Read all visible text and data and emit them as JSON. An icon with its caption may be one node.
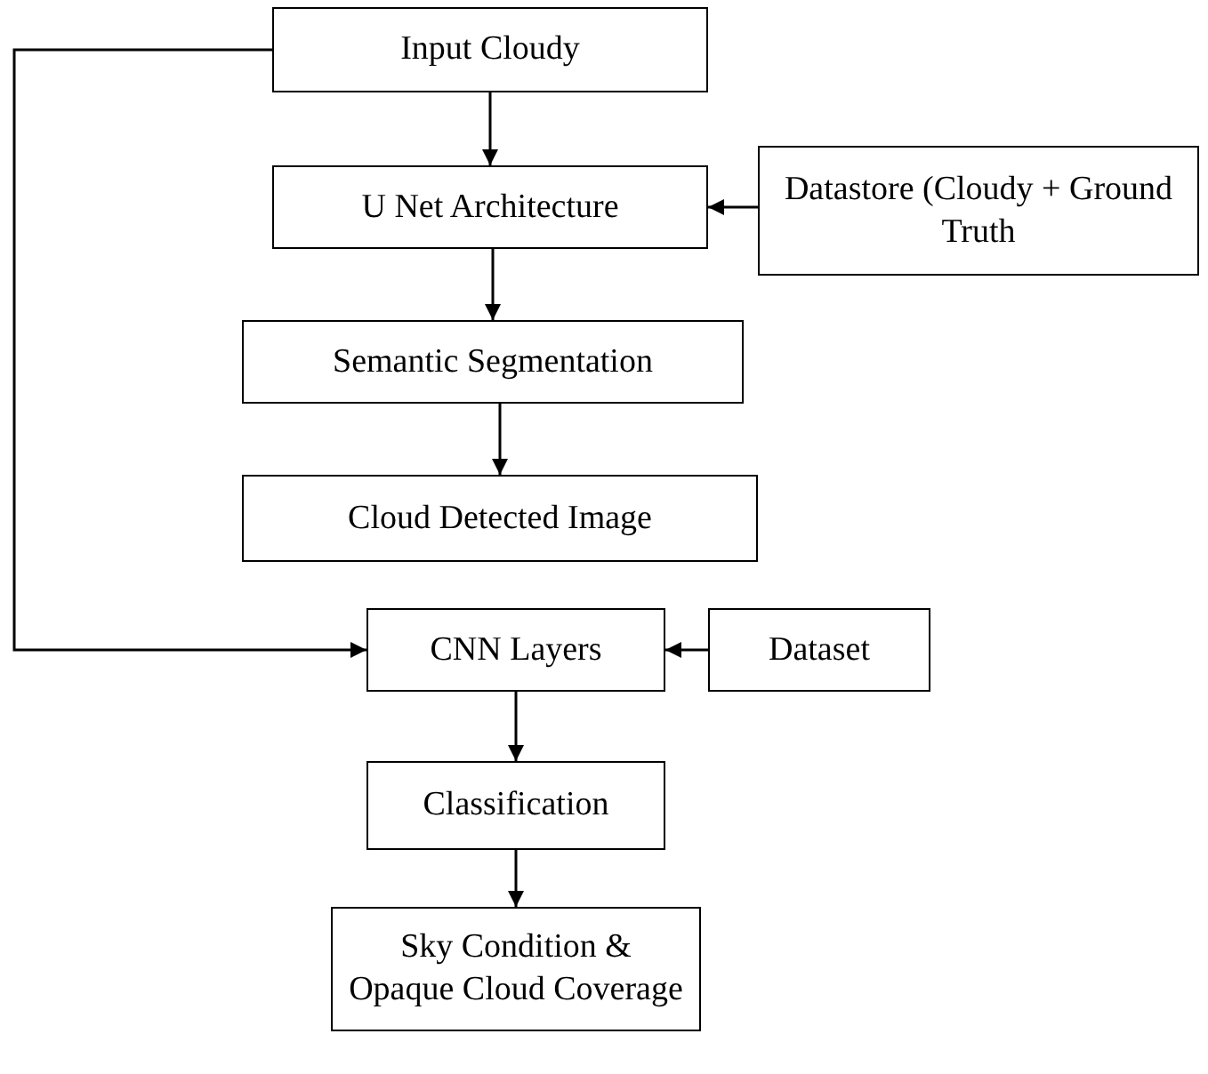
{
  "diagram": {
    "nodes": [
      {
        "text": [
          "Input Cloudy"
        ]
      },
      {
        "text": [
          "U Net Architecture"
        ]
      },
      {
        "text": [
          "Datastore (Cloudy + Ground Truth"
        ]
      },
      {
        "text": [
          "Semantic Segmentation"
        ]
      },
      {
        "text": [
          "Cloud Detected Image"
        ]
      },
      {
        "text": [
          "CNN Layers"
        ]
      },
      {
        "text": [
          "Dataset"
        ]
      },
      {
        "text": [
          "Classification"
        ]
      },
      {
        "text": [
          "Sky Condition & Opaque Cloud Coverage"
        ]
      }
    ],
    "edges": [
      {
        "from": 0,
        "to": 1,
        "arrow": "to"
      },
      {
        "from": 2,
        "to": 1,
        "arrow": "to"
      },
      {
        "from": 1,
        "to": 3,
        "arrow": "to"
      },
      {
        "from": 3,
        "to": 4,
        "arrow": "to"
      },
      {
        "from": 0,
        "to": 5,
        "arrow": "to"
      },
      {
        "from": 6,
        "to": 5,
        "arrow": "to"
      },
      {
        "from": 5,
        "to": 7,
        "arrow": "to"
      },
      {
        "from": 7,
        "to": 8,
        "arrow": "to"
      }
    ]
  }
}
